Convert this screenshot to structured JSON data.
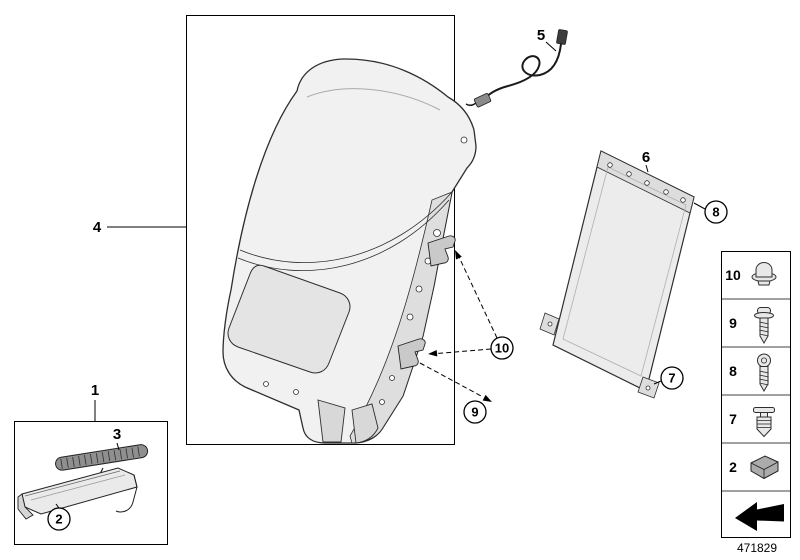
{
  "page": {
    "background_color": "#ffffff",
    "line_color": "#000000",
    "part_number": "471829"
  },
  "callouts": {
    "c1": "1",
    "c2": "2",
    "c3": "3",
    "c4": "4",
    "c5": "5",
    "c6": "6",
    "c7": "7",
    "c8": "8",
    "c9": "9",
    "c10": "10"
  },
  "legend": {
    "rows": [
      {
        "label": "10",
        "icon": "flanged-nut-icon"
      },
      {
        "label": "9",
        "icon": "pan-head-screw-icon"
      },
      {
        "label": "8",
        "icon": "round-head-screw-icon"
      },
      {
        "label": "7",
        "icon": "expansion-rivet-icon"
      },
      {
        "label": "2",
        "icon": "retaining-clip-icon"
      },
      {
        "label": "",
        "icon": "direction-arrow-icon"
      }
    ]
  }
}
